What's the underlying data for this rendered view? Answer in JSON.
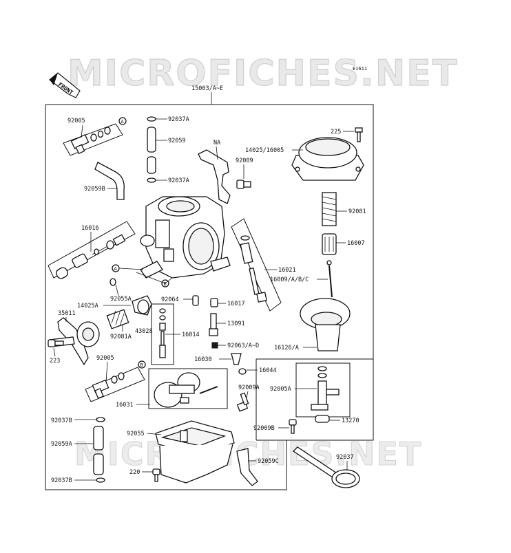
{
  "watermark": {
    "top": "MICROFICHES.NET",
    "bottom": "MICROFICHES.NET"
  },
  "diagram_code": "E1611",
  "front_label": "FRONT",
  "assembly_number": "15003/A~E",
  "labels": {
    "p92005_top": "92005",
    "p92037A_top": "92037A",
    "p92059": "92059",
    "p92037A_mid": "92037A",
    "p92059B": "92059B",
    "pNA": "NA",
    "p92009": "92009",
    "p14025_16005": "14025/16005",
    "p225": "225",
    "p92081": "92081",
    "p16016": "16016",
    "p16007": "16007",
    "p16021": "16021",
    "p16009": "16009/A/B/C",
    "p92055A": "92055A",
    "p92064": "92064",
    "p16017": "16017",
    "p35011": "35011",
    "p14025A": "14025A",
    "p13091": "13091",
    "p43028": "43028",
    "p16014": "16014",
    "p92081A": "92081A",
    "p92063": "92063/A~D",
    "p16126": "16126/A",
    "p223": "223",
    "p92005_mid": "92005",
    "p16030": "16030",
    "p16044": "16044",
    "p92009A": "92009A",
    "p92005A": "92005A",
    "p16031": "16031",
    "p92037B_top": "92037B",
    "p13270": "13270",
    "p92009B": "92009B",
    "p92055": "92055",
    "p92059A": "92059A",
    "p92037": "92037",
    "p92059C": "92059C",
    "p220": "220",
    "p92037B_bot": "92037B"
  },
  "callouts": {
    "a1": "A",
    "a2": "A",
    "b1": "B",
    "b2": "B"
  }
}
